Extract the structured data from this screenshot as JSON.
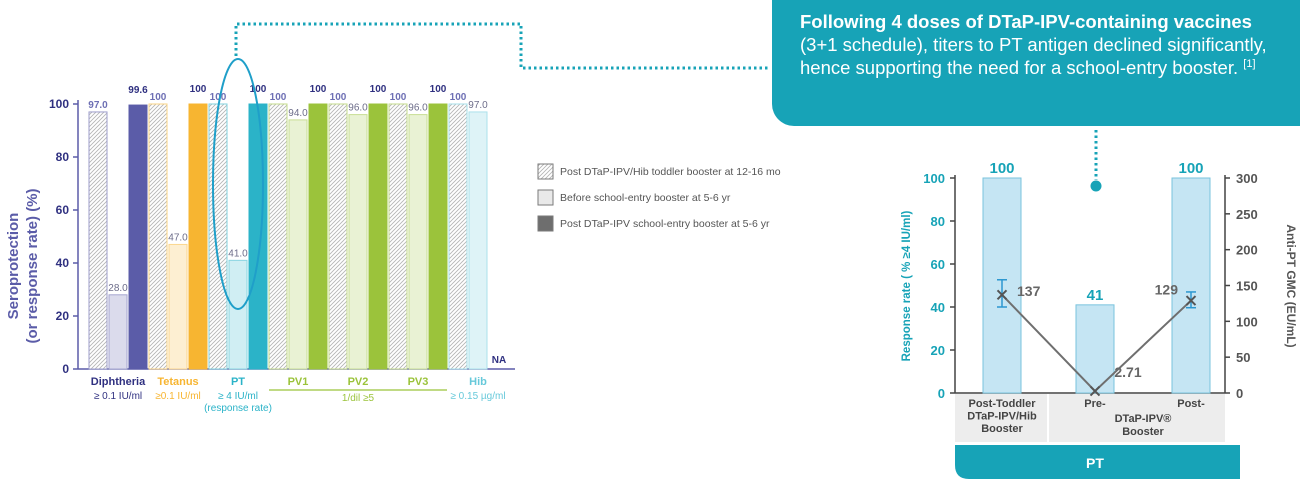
{
  "callout": {
    "bold_text": "Following 4 doses of DTaP-IPV-containing vaccines",
    "normal_text": " (3+1 schedule), titers to PT antigen declined significantly, hence supporting the need for a school-entry booster. ",
    "reference": "[1]"
  },
  "legend": [
    {
      "label": "Post DTaP-IPV/Hib toddler booster at 12-16 mo",
      "style": "hatched"
    },
    {
      "label": "Before school-entry booster at 5-6 yr",
      "style": "light"
    },
    {
      "label": "Post DTaP-IPV school-entry booster at 5-6 yr",
      "style": "dark"
    }
  ],
  "colors": {
    "diphtheria": "#5b5ca8",
    "tetanus": "#f7b531",
    "pt": "#2bb3c8",
    "pv": "#9bc33b",
    "hib": "#67c9da",
    "callout": "#17a3b7",
    "pt_bar": "#c5e5f3",
    "gmc_line": "#6f6f6f"
  },
  "chart_data": [
    {
      "type": "bar",
      "ylabel": "Seroprotection\n(or response rate) (%)",
      "ylim": [
        0,
        100
      ],
      "yticks": [
        0,
        20,
        40,
        60,
        80,
        100
      ],
      "categories": [
        {
          "name": "Diphtheria",
          "sub": [
            "≥ 0.1 IU/ml"
          ],
          "color_key": "diphtheria",
          "values": [
            97.0,
            28.0,
            99.6
          ],
          "labels": [
            "97.0",
            "28.0",
            "99.6"
          ]
        },
        {
          "name": "Tetanus",
          "sub": [
            "≥0.1 IU/ml"
          ],
          "color_key": "tetanus",
          "values": [
            100,
            47.0,
            100
          ],
          "labels": [
            "100",
            "47.0",
            "100"
          ]
        },
        {
          "name": "PT",
          "sub": [
            "≥ 4 IU/ml",
            "(response rate)"
          ],
          "color_key": "pt",
          "values": [
            100,
            41.0,
            100
          ],
          "labels": [
            "100",
            "41.0",
            "100"
          ]
        },
        {
          "name": "PV1",
          "sub": [],
          "color_key": "pv",
          "values": [
            100,
            94.0,
            100
          ],
          "labels": [
            "100",
            "94.0",
            "100"
          ]
        },
        {
          "name": "PV2",
          "sub": [],
          "color_key": "pv",
          "values": [
            100,
            96.0,
            100
          ],
          "labels": [
            "100",
            "96.0",
            "100"
          ]
        },
        {
          "name": "PV3",
          "sub": [],
          "color_key": "pv",
          "values": [
            100,
            96.0,
            100
          ],
          "labels": [
            "100",
            "96.0",
            "100"
          ]
        },
        {
          "name": "Hib",
          "sub": [
            "≥ 0.15 µg/ml"
          ],
          "color_key": "hib",
          "values": [
            100,
            97.0,
            null
          ],
          "labels": [
            "100",
            "97.0",
            "NA"
          ]
        }
      ],
      "pv_group_label": "1/dil ≥5",
      "series": [
        {
          "name": "Post DTaP-IPV/Hib toddler booster at 12-16 mo"
        },
        {
          "name": "Before school-entry booster at 5-6 yr"
        },
        {
          "name": "Post DTaP-IPV school-entry booster at 5-6 yr"
        }
      ]
    },
    {
      "type": "bar",
      "ylabel_left": "Response rate ( % ≥4 IU/ml)",
      "ylabel_right": "Anti-PT GMC (EU/mL)",
      "ylim_left": [
        0,
        100
      ],
      "yticks_left": [
        0,
        20,
        40,
        60,
        80,
        100
      ],
      "ylim_right": [
        0,
        300
      ],
      "yticks_right": [
        0,
        50,
        100,
        150,
        200,
        250,
        300
      ],
      "categories": [
        "Post-Toddler DTaP-IPV/Hib Booster",
        "Pre-",
        "Post-"
      ],
      "category_lines": [
        [
          "Post-Toddler",
          "DTaP-IPV/Hib",
          "Booster"
        ],
        [
          "Pre-"
        ],
        [
          "Post-"
        ]
      ],
      "bracket_label": [
        "DTaP-IPV®",
        "Booster"
      ],
      "group_label": "PT",
      "bar_values": [
        100,
        41,
        100
      ],
      "bar_labels": [
        "100",
        "41",
        "100"
      ],
      "gmc_values": [
        137,
        2.71,
        129
      ],
      "gmc_labels": [
        "137",
        "2.71",
        "129"
      ],
      "gmc_error": [
        [
          120,
          158
        ],
        null,
        [
          119,
          141
        ]
      ]
    }
  ]
}
